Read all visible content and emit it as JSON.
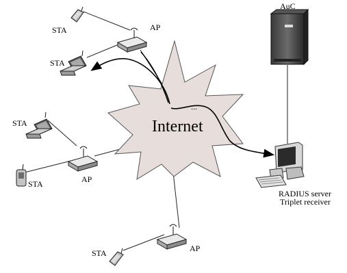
{
  "diagram": {
    "cloud_label": "Internet",
    "ellipsis": "...",
    "server": {
      "label": "AuC"
    },
    "workstation": {
      "label_line1": "RADIUS server",
      "label_line2": "Triplet receiver"
    },
    "access_points": [
      {
        "label": "AP"
      },
      {
        "label": "AP"
      },
      {
        "label": "AP"
      }
    ],
    "stations": [
      {
        "label": "STA"
      },
      {
        "label": "STA"
      },
      {
        "label": "STA"
      },
      {
        "label": "STA"
      },
      {
        "label": "STA"
      }
    ]
  }
}
